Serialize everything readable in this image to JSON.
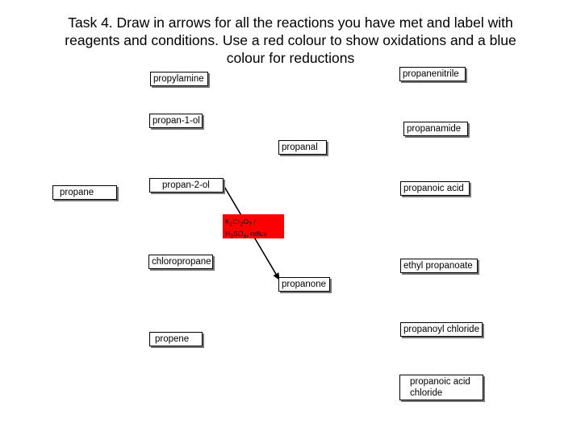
{
  "task": {
    "title_line1": "Task 4. Draw in arrows for all the reactions you have met and label with",
    "title_line2": "reagents and conditions. Use a red colour to show oxidations and a blue",
    "title_line3": "colour for reductions"
  },
  "compounds": {
    "propylamine": "propylamine",
    "propanenitrile": "propanenitrile",
    "propan_1_ol": "propan-1-ol",
    "propanamide": "propanamide",
    "propanal": "propanal",
    "propane": "propane",
    "propan_2_ol": "propan-2-ol",
    "propanoic_acid": "propanoic acid",
    "chloropropane": "chloropropane",
    "ethyl_propanoate": "ethyl propanoate",
    "propanone": "propanone",
    "propanoyl_chloride": "propanoyl chloride",
    "propene": "propene",
    "propanoic_acid_chloride_line1": "propanoic acid",
    "propanoic_acid_chloride_line2": "chloride"
  },
  "reaction": {
    "from": "propan-2-ol",
    "to": "propanone",
    "conditions_line1": "K2Cr2O7 /",
    "conditions_line2": "H2SO4, reflux",
    "label_color": "#ff0000",
    "arrow_color": "#000000"
  }
}
